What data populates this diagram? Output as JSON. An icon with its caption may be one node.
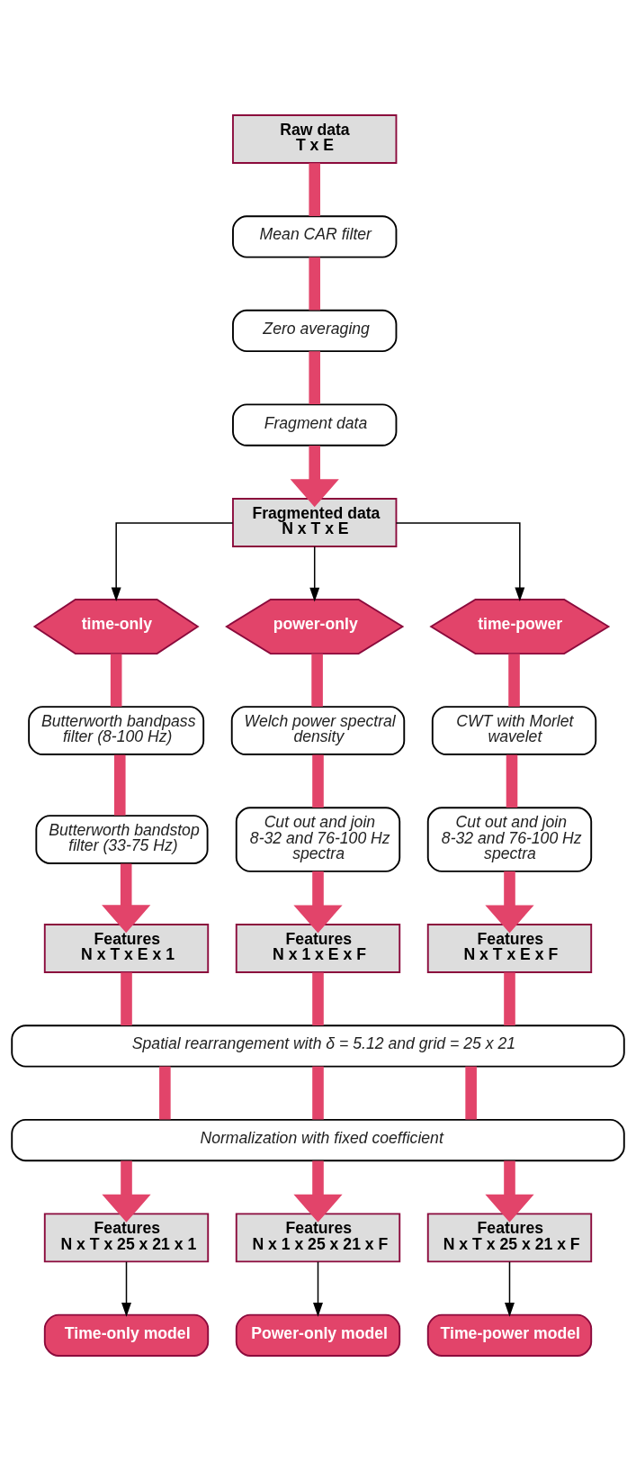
{
  "diagram": {
    "nodes": [
      {
        "text": [
          "Raw data",
          "T x E"
        ]
      },
      {
        "text": [
          "Mean CAR filter"
        ]
      },
      {
        "text": [
          "Zero averaging"
        ]
      },
      {
        "text": [
          "Fragment data"
        ]
      },
      {
        "text": [
          "Fragmented data",
          "N x T x E"
        ]
      },
      {
        "text": [
          "time-only"
        ]
      },
      {
        "text": [
          "power-only"
        ]
      },
      {
        "text": [
          "time-power"
        ]
      },
      {
        "text": [
          "Butterworth bandpass filter (8-100 Hz)"
        ]
      },
      {
        "text": [
          "Butterworth bandstop filter (33-75 Hz)"
        ]
      },
      {
        "text": [
          "Welch power spectral density"
        ]
      },
      {
        "text": [
          "Cut out and join 8-32 and 76-100 Hz spectra"
        ]
      },
      {
        "text": [
          "CWT with Morlet wavelet"
        ]
      },
      {
        "text": [
          "Cut out and join 8-32 and 76-100 Hz spectra"
        ]
      },
      {
        "text": [
          "Features",
          "N x T x E x 1"
        ]
      },
      {
        "text": [
          "Features",
          "N x 1 x E x F"
        ]
      },
      {
        "text": [
          "Features",
          "N x T x E x F"
        ]
      },
      {
        "text": [
          "Spatial rearrangement with δ = 5.12 and grid = 25 x 21"
        ]
      },
      {
        "text": [
          "Normalization with fixed coefficient"
        ]
      },
      {
        "text": [
          "Features",
          "N x T x 25 x 21 x 1"
        ]
      },
      {
        "text": [
          "Features",
          "N x 1 x 25 x 21 x F"
        ]
      },
      {
        "text": [
          "Features",
          "N x T x 25 x 21 x F"
        ]
      },
      {
        "text": [
          "Time-only model"
        ]
      },
      {
        "text": [
          "Power-only model"
        ]
      },
      {
        "text": [
          "Time-power model"
        ]
      }
    ],
    "edges": [
      {
        "from": 0,
        "to": 1,
        "arrow": "none"
      },
      {
        "from": 1,
        "to": 2,
        "arrow": "none"
      },
      {
        "from": 2,
        "to": 3,
        "arrow": "none"
      },
      {
        "from": 3,
        "to": 4,
        "arrow": "to"
      },
      {
        "from": 4,
        "to": 5,
        "arrow": "to",
        "color": "#000000"
      },
      {
        "from": 4,
        "to": 6,
        "arrow": "to",
        "color": "#000000"
      },
      {
        "from": 4,
        "to": 7,
        "arrow": "to",
        "color": "#000000"
      },
      {
        "from": 5,
        "to": 8,
        "arrow": "none"
      },
      {
        "from": 8,
        "to": 9,
        "arrow": "none"
      },
      {
        "from": 9,
        "to": 14,
        "arrow": "to"
      },
      {
        "from": 6,
        "to": 10,
        "arrow": "none"
      },
      {
        "from": 10,
        "to": 11,
        "arrow": "none"
      },
      {
        "from": 11,
        "to": 15,
        "arrow": "to"
      },
      {
        "from": 7,
        "to": 12,
        "arrow": "none"
      },
      {
        "from": 12,
        "to": 13,
        "arrow": "none"
      },
      {
        "from": 13,
        "to": 16,
        "arrow": "to"
      },
      {
        "from": 14,
        "to": 17,
        "arrow": "none"
      },
      {
        "from": 15,
        "to": 17,
        "arrow": "none"
      },
      {
        "from": 16,
        "to": 17,
        "arrow": "none"
      },
      {
        "from": 17,
        "to": 18,
        "arrow": "none"
      },
      {
        "from": 17,
        "to": 18,
        "arrow": "none"
      },
      {
        "from": 17,
        "to": 18,
        "arrow": "none"
      },
      {
        "from": 18,
        "to": 19,
        "arrow": "to"
      },
      {
        "from": 18,
        "to": 20,
        "arrow": "to"
      },
      {
        "from": 18,
        "to": 21,
        "arrow": "to"
      },
      {
        "from": 19,
        "to": 22,
        "arrow": "to",
        "color": "#000000"
      },
      {
        "from": 20,
        "to": 23,
        "arrow": "to",
        "color": "#000000"
      },
      {
        "from": 21,
        "to": 24,
        "arrow": "to",
        "color": "#000000"
      }
    ]
  }
}
